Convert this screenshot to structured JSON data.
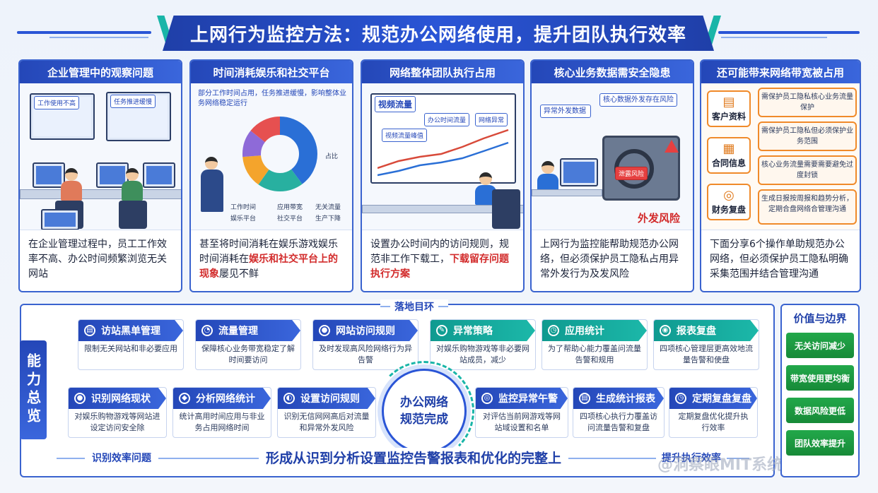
{
  "title": "上网行为监控方法：规范办公网络使用，提升团队执行效率",
  "panels": [
    {
      "heading": "企业管理中的观察问题",
      "text": "在企业管理过程中，员工工作效率不高、办公时间频繁浏览无关网站",
      "cards": [
        "工作使用不高",
        "任务推进缓慢"
      ]
    },
    {
      "heading": "时间消耗娱乐和社交平台",
      "text_pre": "甚至将时间消耗在娱乐游戏娱乐时间消耗在",
      "text_hl": "娱乐和社交平台上的现象",
      "text_post": "屡见不鲜",
      "chart_caption": "部分工作时间占用，任务推进缓慢，影响整体业务网络稳定运行",
      "legend": [
        "工作时间",
        "娱乐平台",
        "应用带宽",
        "社交平台",
        "无关流量",
        "生产下降"
      ],
      "donut_note": "占比"
    },
    {
      "heading": "网络整体团队执行占用",
      "chart_title": "视频流量",
      "tags": [
        "办公时间流量",
        "网络异常",
        "视频流量峰值"
      ],
      "text_pre": "设置办公时间内的访问规则，规范非工作下载工，",
      "text_hl": "下载留存问题执行方案",
      "text_post": ""
    },
    {
      "heading": "核心业务数据需安全隐患",
      "note1": "核心数据外发存在风险",
      "note2": "异常外发数据",
      "screen_label": "泄露风险",
      "risk": "外发风险",
      "text": "上网行为监控能帮助规范办公网络，但必须保护员工隐私占用异常外发行为及发风险"
    },
    {
      "heading": "还可能带来网络带宽被占用",
      "left_items": [
        {
          "icon": "doc-icon",
          "label": "客户资料"
        },
        {
          "icon": "contract-icon",
          "label": "合同信息"
        },
        {
          "icon": "finance-icon",
          "label": "财务复盘"
        }
      ],
      "right_items": [
        "需保护员工隐私核心业务流量保护",
        "需保护员工隐私但必须保护业务范围",
        "核心业务流量需要需要避免过度封锁",
        "生成日报按周报和趋势分析，定期合盘网络合管理沟通"
      ],
      "text": "下面分享6个操作单助规范办公网络，但必须保护员工隐私明确采集范围并结合管理沟通"
    }
  ],
  "bottom": {
    "side_label": "能力总览",
    "goal_label": "落地目环",
    "center": "办公网络规范完成",
    "row1": [
      {
        "title": "访站黑单管理",
        "desc": "限制无关网站和非必要应用",
        "color": "blue"
      },
      {
        "title": "流量管理",
        "desc": "保障核心业务带宽稳定了解时间要访问",
        "color": "blue"
      },
      {
        "title": "网站访问规则",
        "desc": "及时发现高风险网络行为异告警",
        "color": "blue"
      },
      {
        "title": "异常策略",
        "desc": "对娱乐购物游戏等非必要网站成员，减少",
        "color": "teal"
      },
      {
        "title": "应用统计",
        "desc": "为了帮助心能力覆盖问流量告警和规用",
        "color": "teal"
      },
      {
        "title": "报表复盘",
        "desc": "四项核心管理层更高效地流量告警和使盘",
        "color": "teal"
      }
    ],
    "row2": [
      {
        "title": "识别网络现状",
        "desc": "对娱乐购物游戏等网站进设定访问安全除"
      },
      {
        "title": "分析网络统计",
        "desc": "统计高用时间应用与非业务占用网络时间"
      },
      {
        "title": "设置访问规则",
        "desc": "识别无信网网高后对流量和异常外发风险"
      },
      {
        "title": "监控异常午警",
        "desc": "对评估当前网游戏等网站域设置和名单"
      },
      {
        "title": "生成统计报表",
        "desc": "四项核心执行力覆盖访问流量告警和复盘"
      },
      {
        "title": "定期复盘复盘",
        "desc": "定期复盘优化提升执行效率"
      }
    ],
    "left_flow": "识别效率问题",
    "main_flow": "形成从识到分析设置监控告警报表和优化的完整上",
    "right_flow": "提升执行效率",
    "watermark": "@洞察眼MIT系统"
  },
  "values": {
    "title": "价值与边界",
    "items": [
      "无关访问减少",
      "带宽使用更均衡",
      "数据风险更低",
      "团队效率提升"
    ],
    "color": "#1f9a42"
  },
  "colors": {
    "primary": "#2447b8",
    "accent_teal": "#19b5a8",
    "danger": "#d22b2b",
    "orange": "#f08a2a"
  }
}
